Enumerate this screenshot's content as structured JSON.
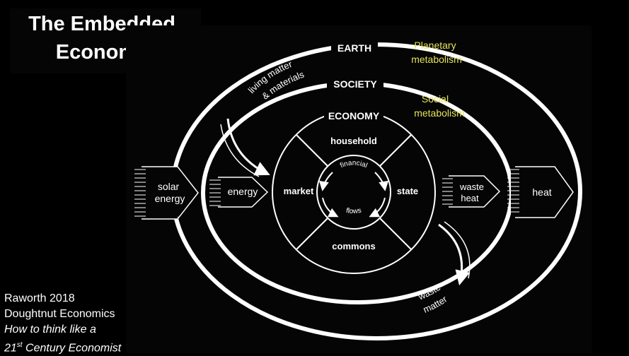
{
  "title": {
    "line1": "The Embedded",
    "line2": "Economy"
  },
  "rings": {
    "earth": "EARTH",
    "society": "SOCIETY",
    "economy": "ECONOMY"
  },
  "metabolism": {
    "planetary_1": "Planetary",
    "planetary_2": "metabolism",
    "social_1": "Social",
    "social_2": "metabolism"
  },
  "sectors": {
    "household": "household",
    "market": "market",
    "state": "state",
    "commons": "commons"
  },
  "flows": {
    "financial": "financial",
    "flows": "flows"
  },
  "inputs": {
    "solar_1": "solar",
    "solar_2": "energy",
    "energy": "energy",
    "waste_heat_1": "waste",
    "waste_heat_2": "heat",
    "heat": "heat",
    "living_1": "living matter",
    "living_2": "& materials",
    "waste_matter_1": "waste",
    "waste_matter_2": "matter"
  },
  "citation": {
    "line1": "Raworth 2018",
    "line2": "Doughtnut Economics",
    "line3": "How to think like a",
    "line4_num": "21",
    "line4_sup": "st",
    "line4_rest": " Century Economist"
  },
  "colors": {
    "background": "#000000",
    "foreground": "#ffffff",
    "accent": "#e4e45a"
  }
}
